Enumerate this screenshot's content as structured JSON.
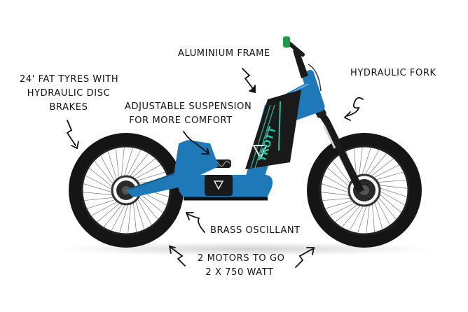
{
  "image": {
    "subject": "electric scooter-bike"
  },
  "callouts": {
    "aluminium_frame": "ALUMINIUM FRAME",
    "fat_tyres": [
      "24' FAT TYRES WITH",
      "HYDRAULIC DISC",
      "BRAKES"
    ],
    "hydraulic_fork": "HYDRAULIC FORK",
    "suspension": [
      "ADJUSTABLE SUSPENSION",
      "FOR MORE COMFORT"
    ],
    "brass_oscillant": "BRASS OSCILLANT",
    "motors": [
      "2 MOTORS TO GO",
      "2 X 750 WATT"
    ]
  },
  "frame_logo": "TROTT",
  "colors": {
    "frame": "#1f78b8",
    "tyre": "#141414",
    "battery": "#1a1a1a",
    "accent": "#2ec0a0",
    "handle_grip": "#1b9a4a"
  }
}
